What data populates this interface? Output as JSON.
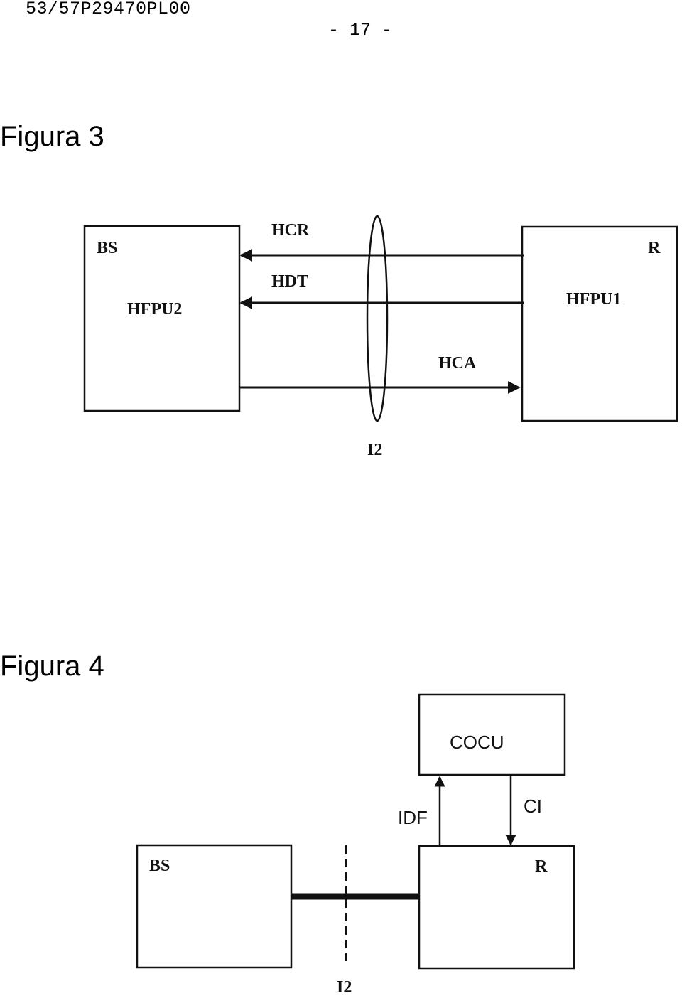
{
  "header": {
    "doc_id": "53/57P29470PL00",
    "page_number": "- 17 -"
  },
  "figure3": {
    "title": "Figura 3",
    "left_box": {
      "name": "BS",
      "unit": "HFPU2"
    },
    "right_box": {
      "name": "R",
      "unit": "HFPU1"
    },
    "signals": [
      "HCR",
      "HDT",
      "HCA"
    ],
    "interface": "I2"
  },
  "figure4": {
    "title": "Figura 4",
    "top_box": "COCU",
    "left_box": "BS",
    "right_box": "R",
    "arrow_up_label": "IDF",
    "arrow_down_label": "CI",
    "interface": "I2"
  }
}
